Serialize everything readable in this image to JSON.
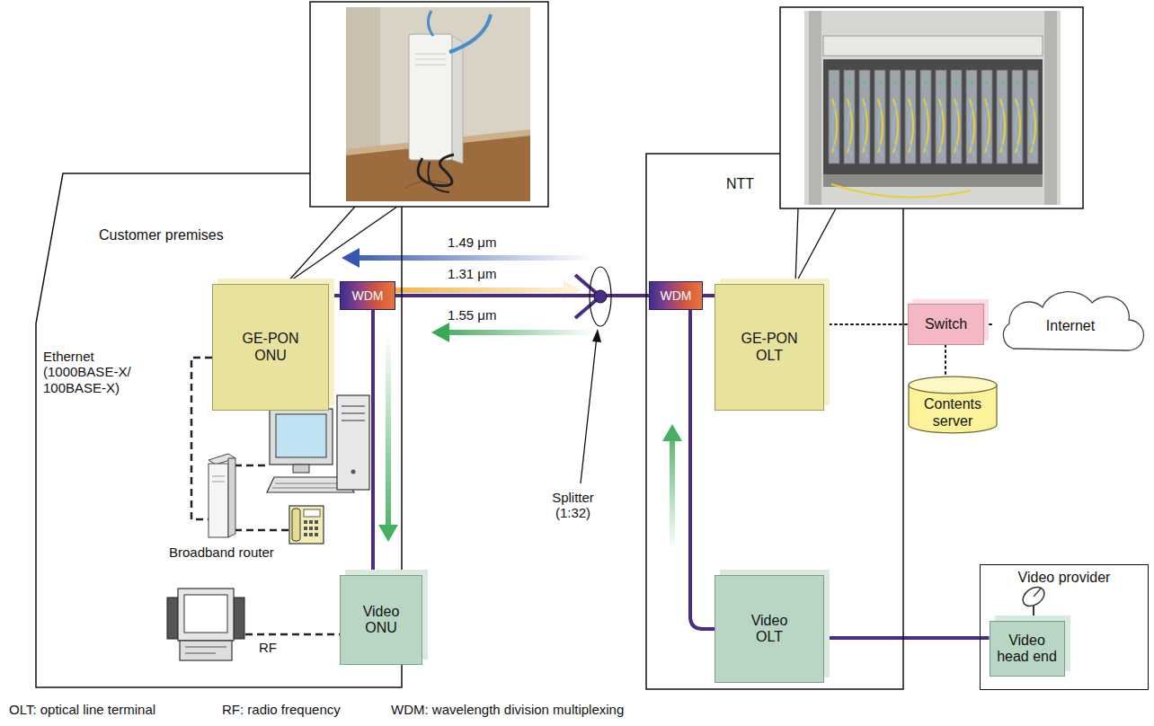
{
  "diagram": {
    "nodes": [
      {
        "text": [
          "Customer premises"
        ]
      },
      {
        "text": [
          "GE-PON ONU"
        ],
        "in": 0
      },
      {
        "text": [
          "WDM"
        ],
        "in": 0
      },
      {
        "text": [
          "Video ONU"
        ],
        "in": 0
      },
      {
        "text": [
          "NTT"
        ]
      },
      {
        "text": [
          "WDM"
        ],
        "in": 4
      },
      {
        "text": [
          "GE-PON OLT"
        ],
        "in": 4
      },
      {
        "text": [
          "Video OLT"
        ],
        "in": 4
      },
      {
        "text": [
          "Switch"
        ]
      },
      {
        "text": [
          "Contents server"
        ]
      },
      {
        "text": [
          "Internet"
        ]
      },
      {
        "text": [
          "Video provider"
        ]
      },
      {
        "text": [
          "Video head end"
        ],
        "in": 11
      }
    ],
    "edges": [
      {
        "from": 1,
        "to": 2,
        "arrow": "none"
      },
      {
        "from": 2,
        "to": 5,
        "arrow": "none"
      },
      {
        "from": 2,
        "to": 3,
        "arrow": "none"
      },
      {
        "from": 5,
        "to": 6,
        "arrow": "none"
      },
      {
        "from": 5,
        "to": 7,
        "arrow": "none"
      },
      {
        "from": 7,
        "to": 12,
        "arrow": "none"
      },
      {
        "from": 6,
        "to": 8,
        "arrow": "none"
      },
      {
        "from": 8,
        "to": 10,
        "arrow": "none"
      },
      {
        "from": 8,
        "to": 9,
        "arrow": "none"
      }
    ],
    "labels": [
      "1.49 μm",
      "1.31 μm",
      "1.55 μm",
      "Splitter (1:32)",
      "Ethernet (1000BASE-X/ 100BASE-X)",
      "Broadband router",
      "RF",
      "OLT: optical line terminal",
      "RF: radio frequency",
      "WDM: wavelength division multiplexing"
    ]
  }
}
